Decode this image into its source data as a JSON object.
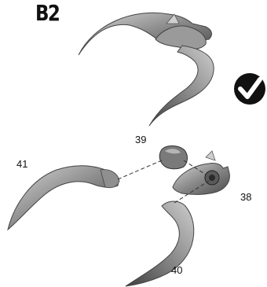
{
  "step": "B2",
  "parts": {
    "p39": "39",
    "p41": "41",
    "p38": "38",
    "p40": "40"
  },
  "icons": {
    "complete": "check-circle-icon"
  },
  "colors": {
    "claw_light": "#c4c4c4",
    "claw_dark": "#555555",
    "ink": "#111111"
  }
}
